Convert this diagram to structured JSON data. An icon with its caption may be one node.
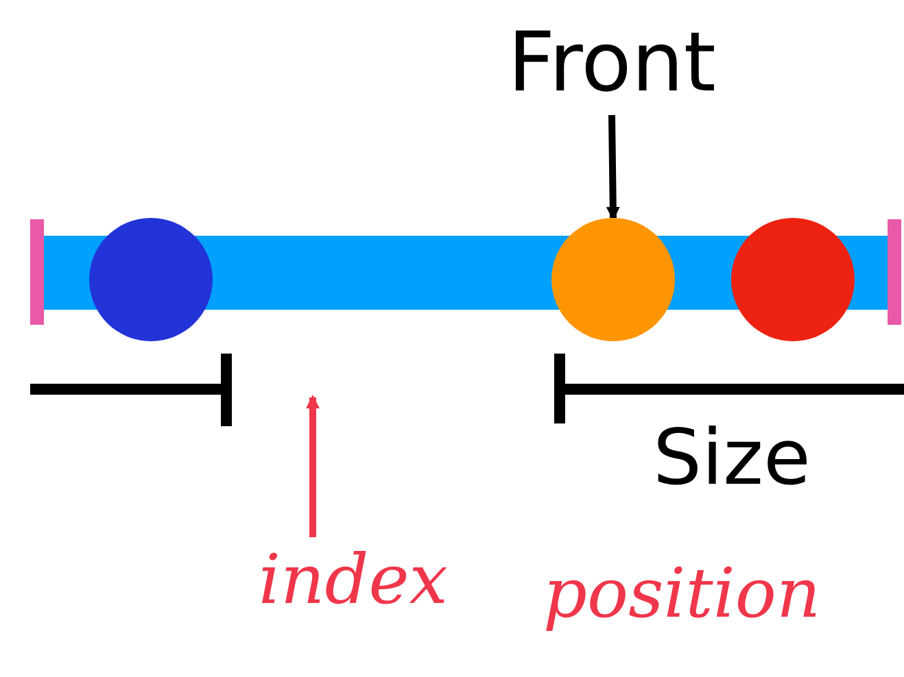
{
  "diagram": {
    "nodes": [
      {
        "text": [
          "Front"
        ]
      },
      {
        "text": [],
        "shape": "circle"
      },
      {
        "text": [],
        "shape": "circle"
      },
      {
        "text": [],
        "shape": "circle"
      },
      {
        "text": [
          "index"
        ]
      }
    ],
    "edges": [
      {
        "from": 0,
        "to": 2,
        "arrow": "to"
      },
      {
        "from": 4,
        "to": null,
        "arrow": "to",
        "color": "#f0364a"
      }
    ],
    "labels": [
      "Size",
      "position"
    ]
  }
}
